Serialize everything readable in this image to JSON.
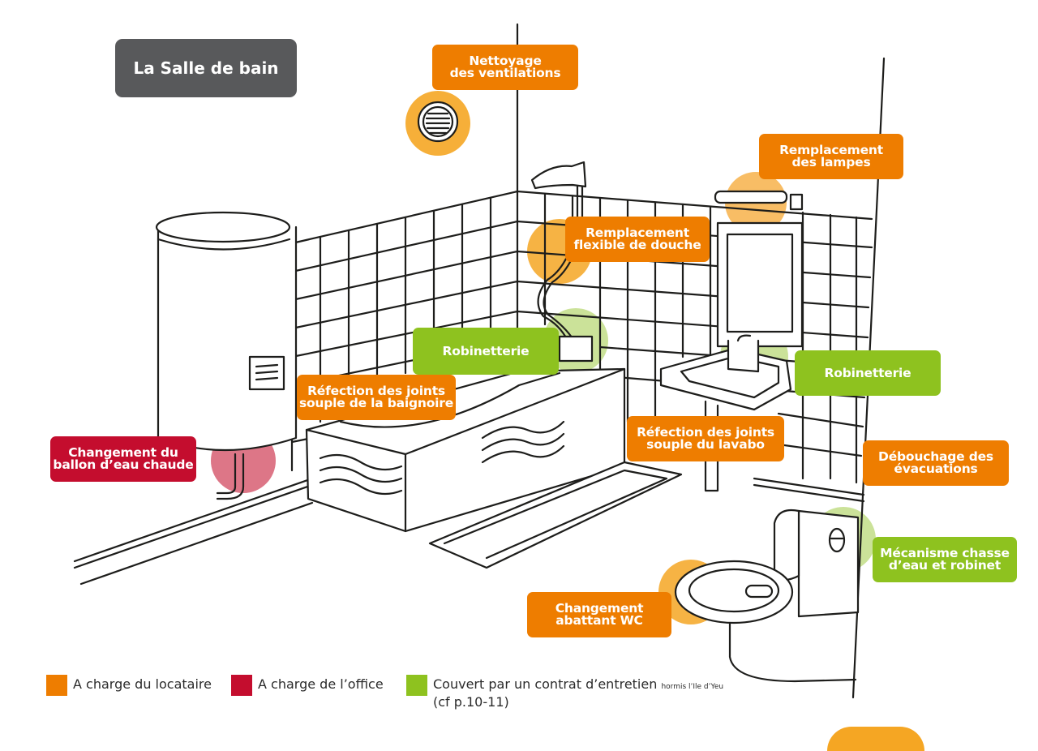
{
  "title": "La Salle de bain",
  "colors": {
    "locataire": "#ee7d00",
    "office": "#c40d2e",
    "contrat": "#8ec21f",
    "title_bg": "#58595b"
  },
  "labels": {
    "ventilations": [
      "Nettoyage",
      "des ventilations"
    ],
    "lampes": [
      "Remplacement",
      "des lampes"
    ],
    "flexible": [
      "Remplacement",
      "flexible de douche"
    ],
    "robinetterie_bain": [
      "Robinetterie"
    ],
    "robinetterie_lavabo": [
      "Robinetterie"
    ],
    "joints_baignoire": [
      "Réfection des joints",
      "souple de la baignoire"
    ],
    "joints_lavabo": [
      "Réfection des joints",
      "souple du lavabo"
    ],
    "ballon": [
      "Changement du",
      "ballon d’eau chaude"
    ],
    "evacuations": [
      "Débouchage des",
      "évacuations"
    ],
    "chasse": [
      "Mécanisme chasse",
      "d’eau et robinet"
    ],
    "abattant": [
      "Changement",
      "abattant WC"
    ]
  },
  "legend": {
    "locataire": "A charge du locataire",
    "office": "A charge de l’office",
    "contrat": "Couvert par un contrat d’entretien",
    "contrat_note": "hormis l’Ile d’Yeu",
    "contrat_ref": "(cf p.10-11)"
  }
}
